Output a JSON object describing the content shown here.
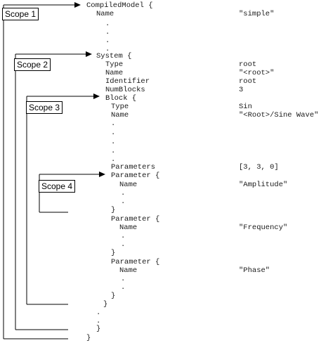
{
  "scopes": [
    "Scope 1",
    "Scope 2",
    "Scope 3",
    "Scope 4"
  ],
  "code": {
    "compiled_model_open": "CompiledModel {",
    "name_key": "Name",
    "name_value": "\"simple\"",
    "dot": ".",
    "system_open": "System {",
    "system_rows": [
      {
        "key": "Type",
        "value": "root"
      },
      {
        "key": "Name",
        "value": "\"<root>\""
      },
      {
        "key": "Identifier",
        "value": "root"
      },
      {
        "key": "NumBlocks",
        "value": "3"
      }
    ],
    "block_open": "Block {",
    "block_rows": [
      {
        "key": "Type",
        "value": "Sin"
      },
      {
        "key": "Name",
        "value": "\"<Root>/Sine Wave\""
      }
    ],
    "parameters_key": "Parameters",
    "parameters_value": "[3, 3, 0]",
    "parameter_open": "Parameter {",
    "parameter_names": [
      "\"Amplitude\"",
      "\"Frequency\"",
      "\"Phase\""
    ],
    "close_brace": "}"
  }
}
